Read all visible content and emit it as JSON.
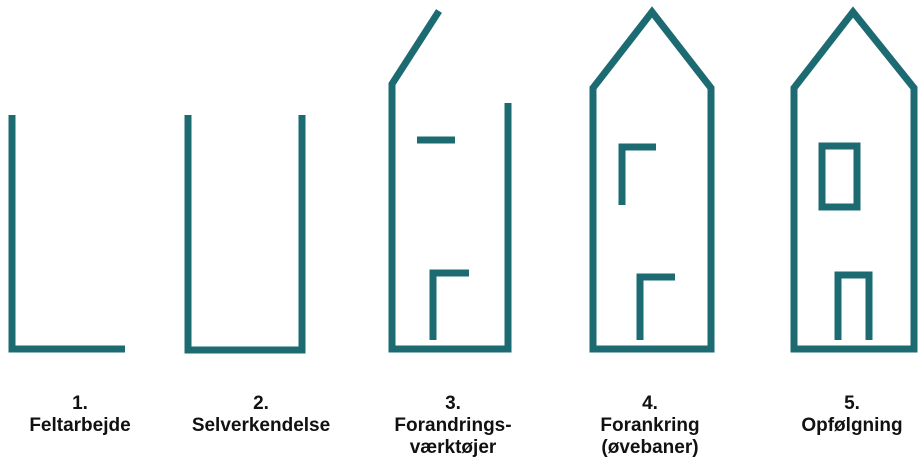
{
  "colors": {
    "stroke": "#1c6b72",
    "text": "#111111",
    "background": "#ffffff"
  },
  "steps": [
    {
      "number": "1.",
      "lines": [
        "Feltarbejde"
      ],
      "drawing": "foundation-l"
    },
    {
      "number": "2.",
      "lines": [
        "Selverkendelse"
      ],
      "drawing": "u-walls"
    },
    {
      "number": "3.",
      "lines": [
        "Forandrings-",
        "værktøjer"
      ],
      "drawing": "partial-house"
    },
    {
      "number": "4.",
      "lines": [
        "Forankring",
        "(øvebaner)"
      ],
      "drawing": "house-open-window"
    },
    {
      "number": "5.",
      "lines": [
        "Opfølgning"
      ],
      "drawing": "house-complete"
    }
  ]
}
